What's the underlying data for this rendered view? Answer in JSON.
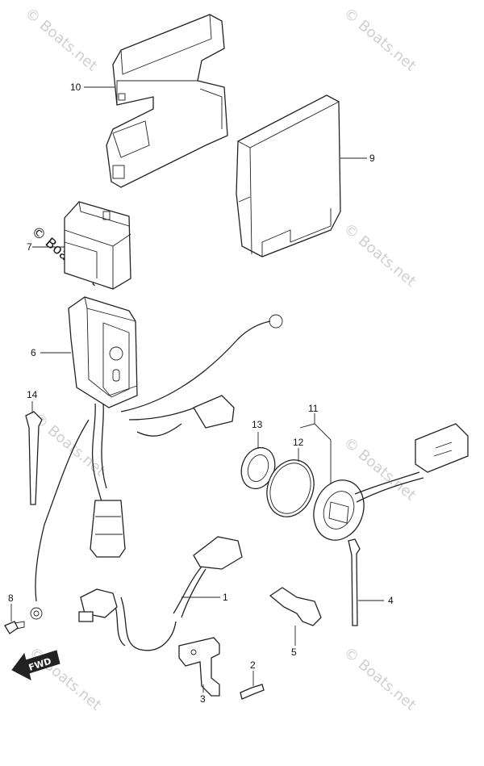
{
  "watermarks": [
    "© Boats.net",
    "© Boats.net",
    "© Boats.net",
    "© Boats.net",
    "© Boats.net",
    "© Boats.net",
    "© Boats.net"
  ],
  "watermark_dark": "© Boats.net",
  "fwd_label": "FWD",
  "callouts": [
    {
      "id": "1",
      "label": "1"
    },
    {
      "id": "2",
      "label": "2"
    },
    {
      "id": "3",
      "label": "3"
    },
    {
      "id": "4",
      "label": "4"
    },
    {
      "id": "5",
      "label": "5"
    },
    {
      "id": "6",
      "label": "6"
    },
    {
      "id": "7",
      "label": "7"
    },
    {
      "id": "8",
      "label": "8"
    },
    {
      "id": "9",
      "label": "9"
    },
    {
      "id": "10",
      "label": "10"
    },
    {
      "id": "11",
      "label": "11"
    },
    {
      "id": "12",
      "label": "12"
    },
    {
      "id": "13",
      "label": "13"
    },
    {
      "id": "14",
      "label": "14"
    }
  ]
}
